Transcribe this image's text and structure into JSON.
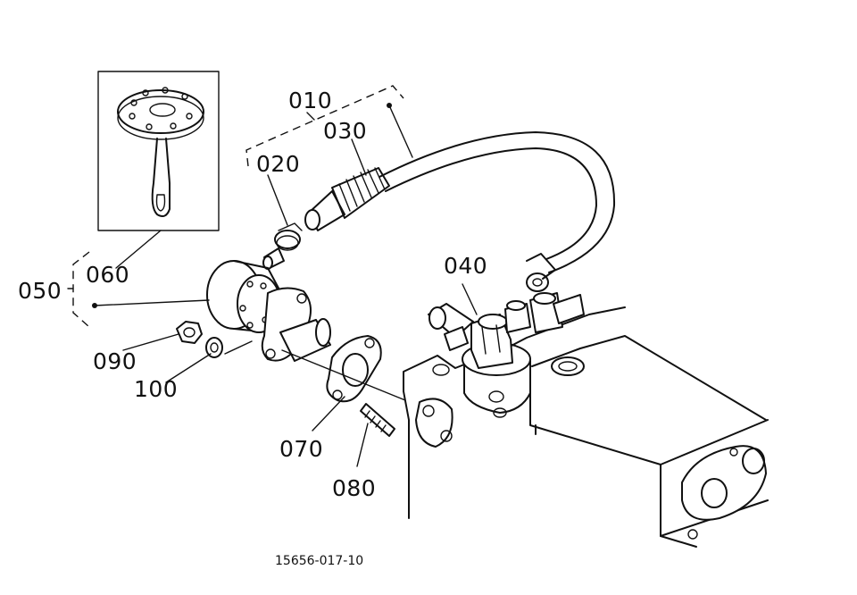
{
  "labels": {
    "p010": "010",
    "p020": "020",
    "p030": "030",
    "p040": "040",
    "p050": "050",
    "p060": "060",
    "p070": "070",
    "p080": "080",
    "p090": "090",
    "p100": "100"
  },
  "footer": {
    "drawing_code": "15656-017-10"
  }
}
